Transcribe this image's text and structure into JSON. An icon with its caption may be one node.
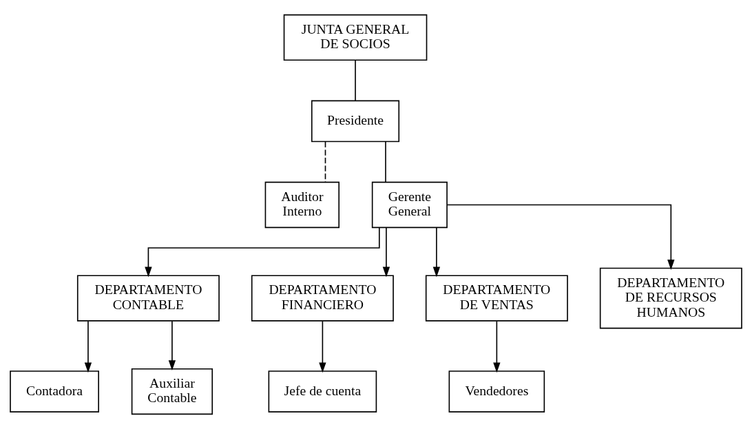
{
  "diagram": {
    "nodes": [
      {
        "text": [
          "JUNTA GENERAL DE SOCIOS"
        ]
      },
      {
        "text": [
          "Presidente"
        ]
      },
      {
        "text": [
          "Auditor Interno"
        ]
      },
      {
        "text": [
          "Gerente General"
        ]
      },
      {
        "text": [
          "DEPARTAMENTO CONTABLE"
        ]
      },
      {
        "text": [
          "DEPARTAMENTO FINANCIERO"
        ]
      },
      {
        "text": [
          "DEPARTAMENTO DE VENTAS"
        ]
      },
      {
        "text": [
          "DEPARTAMENTO DE RECURSOS HUMANOS"
        ]
      },
      {
        "text": [
          "Contadora"
        ]
      },
      {
        "text": [
          "Auxiliar Contable"
        ]
      },
      {
        "text": [
          "Jefe de cuenta"
        ]
      },
      {
        "text": [
          "Vendedores"
        ]
      }
    ],
    "edges": [
      {
        "from": 0,
        "to": 1,
        "arrow": "none"
      },
      {
        "from": 1,
        "to": 3,
        "arrow": "none"
      },
      {
        "from": 1,
        "to": 2,
        "arrow": "none",
        "style": "dashed"
      },
      {
        "from": 3,
        "to": 4,
        "arrow": "to"
      },
      {
        "from": 3,
        "to": 5,
        "arrow": "to"
      },
      {
        "from": 3,
        "to": 6,
        "arrow": "to"
      },
      {
        "from": 3,
        "to": 7,
        "arrow": "to"
      },
      {
        "from": 4,
        "to": 8,
        "arrow": "to"
      },
      {
        "from": 4,
        "to": 9,
        "arrow": "to"
      },
      {
        "from": 5,
        "to": 10,
        "arrow": "to"
      },
      {
        "from": 6,
        "to": 11,
        "arrow": "to"
      }
    ]
  }
}
